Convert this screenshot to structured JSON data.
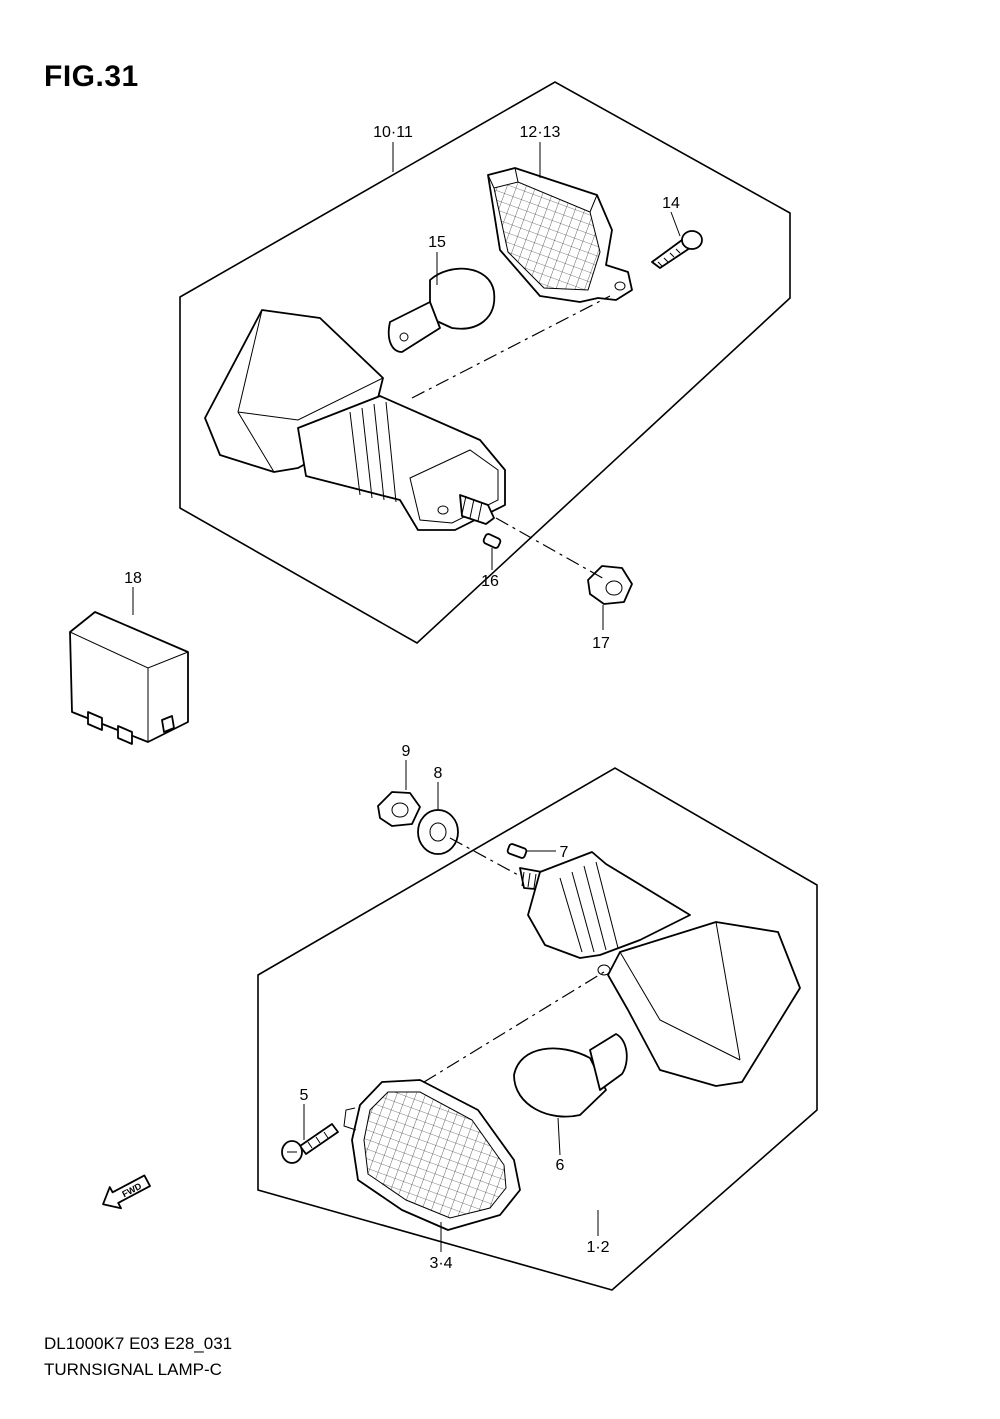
{
  "figure": {
    "title": "FIG.31",
    "footer_code": "DL1000K7 E03 E28_031",
    "footer_name": "TURNSIGNAL LAMP-C",
    "fwd_label": "FWD"
  },
  "callouts": {
    "p10_11": "10·11",
    "p12_13": "12·13",
    "p14": "14",
    "p15": "15",
    "p16": "16",
    "p17": "17",
    "p18": "18",
    "p9": "9",
    "p8": "8",
    "p7": "7",
    "p5": "5",
    "p6": "6",
    "p3_4": "3·4",
    "p1_2": "1·2"
  }
}
